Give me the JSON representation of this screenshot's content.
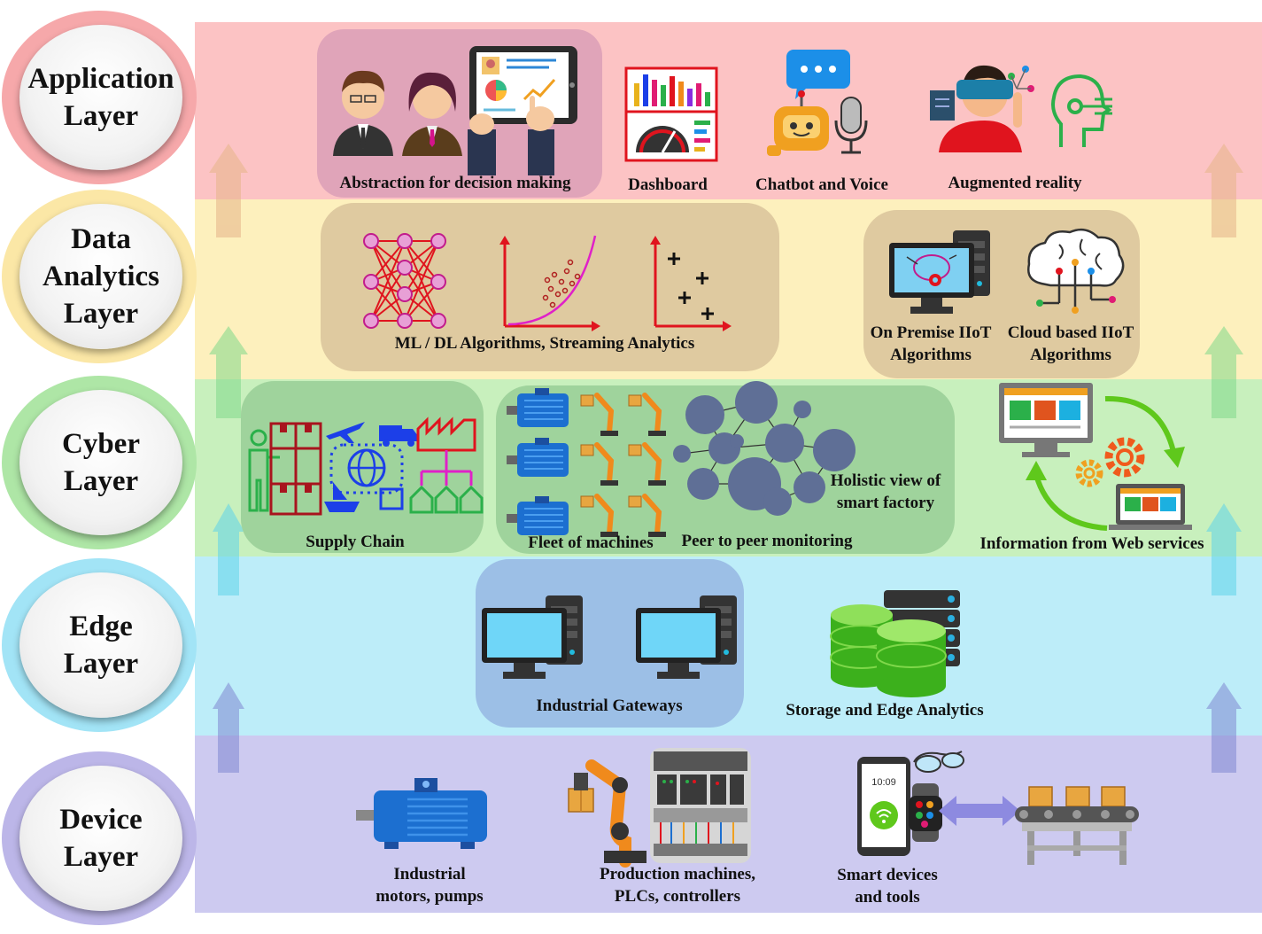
{
  "layers": [
    {
      "title": "Application\nLayer",
      "band_color": "#fcc3c4",
      "ring_color": "#f6a8aa"
    },
    {
      "title": "Data\nAnalytics\nLayer",
      "band_color": "#fdf0bd",
      "ring_color": "#fbe7a6"
    },
    {
      "title": "Cyber\nLayer",
      "band_color": "#c8f0bd",
      "ring_color": "#aee6a6"
    },
    {
      "title": "Edge\nLayer",
      "band_color": "#bdedf9",
      "ring_color": "#a2e4f6"
    },
    {
      "title": "Device\nLayer",
      "band_color": "#cdcaf0",
      "ring_color": "#bcb6e8"
    }
  ],
  "application": {
    "abstraction": "Abstraction for decision making",
    "dashboard": "Dashboard",
    "chatbot": "Chatbot and Voice",
    "ar": "Augmented reality"
  },
  "analytics": {
    "ml": "ML / DL Algorithms, Streaming Analytics",
    "onprem": "On Premise IIoT\nAlgorithms",
    "cloud": "Cloud based IIoT\nAlgorithms"
  },
  "cyber": {
    "supply": "Supply Chain",
    "fleet": "Fleet of machines",
    "peer": "Peer to peer monitoring",
    "holistic": "Holistic view of\nsmart factory",
    "web": "Information from Web services"
  },
  "edge": {
    "gateways": "Industrial Gateways",
    "storage": "Storage and Edge Analytics"
  },
  "device": {
    "motors": "Industrial\nmotors, pumps",
    "production": "Production machines,\nPLCs, controllers",
    "smart": "Smart devices\nand tools",
    "watch_time": "10:09"
  }
}
